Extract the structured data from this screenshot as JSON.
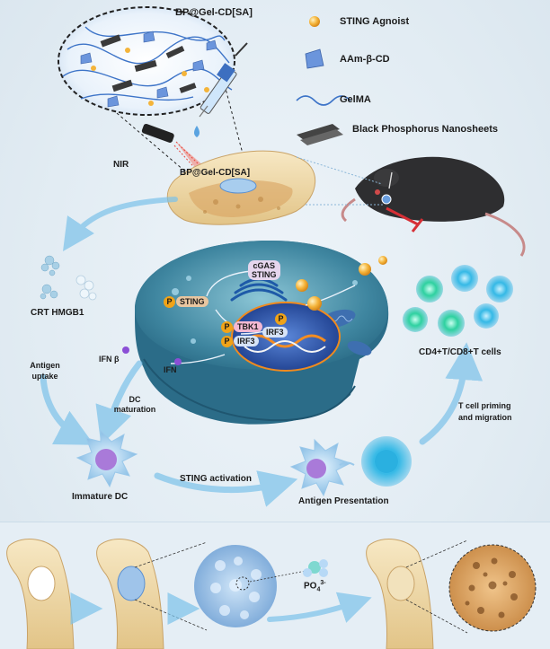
{
  "hydrogel_label": "BP@Gel-CD[SA]",
  "hydrogel_label_bone": "BP@Gel-CD[SA]",
  "nir_label": "NIR",
  "legend": [
    {
      "icon": "sting-agonist-sphere",
      "label": "STING Agnoist",
      "color": "#f4b43a"
    },
    {
      "icon": "aam-beta-cd-cone",
      "label": "AAm-β-CD",
      "color": "#5d8ad6"
    },
    {
      "icon": "gelma-wave",
      "label": "GelMA",
      "color": "#3d74c8"
    },
    {
      "icon": "black-phosphorus-sheet",
      "label": "Black Phosphorus Nanosheets",
      "color": "#2a2a2a"
    }
  ],
  "cell": {
    "cgas": "cGAS",
    "sting_top": "STING",
    "sting_left": "STING",
    "tbk1": "TBK1",
    "irf3_left": "IRF3",
    "irf3_nucleus": "IRF3",
    "p": "P",
    "ifn": "IFN",
    "ifn_beta": "IFN β"
  },
  "labels": {
    "crt_hmgb1": "CRT  HMGB1",
    "antigen_uptake_1": "Antigen",
    "antigen_uptake_2": "uptake",
    "dc_maturation_1": "DC",
    "dc_maturation_2": "maturation",
    "immature_dc": "Immature DC",
    "sting_activation": "STING activation",
    "antigen_presentation": "Antigen Presentation",
    "t_cells": "CD4+T/CD8+T cells",
    "t_cell_priming_1": "T cell priming",
    "t_cell_priming_2": "and migration",
    "po4": "PO",
    "po4_sub": "4",
    "po4_sup": "3-"
  },
  "colors": {
    "bone": "#efd9a8",
    "cell_body": "#4f8fa6",
    "dc_cell": "#8fc3e8",
    "t_cell_green": "#2fd1a0",
    "t_cell_blue": "#35b9e6",
    "arrow": "#7cc2ea",
    "nir_ray": "#e8453c",
    "inhibit": "#d62f36"
  }
}
